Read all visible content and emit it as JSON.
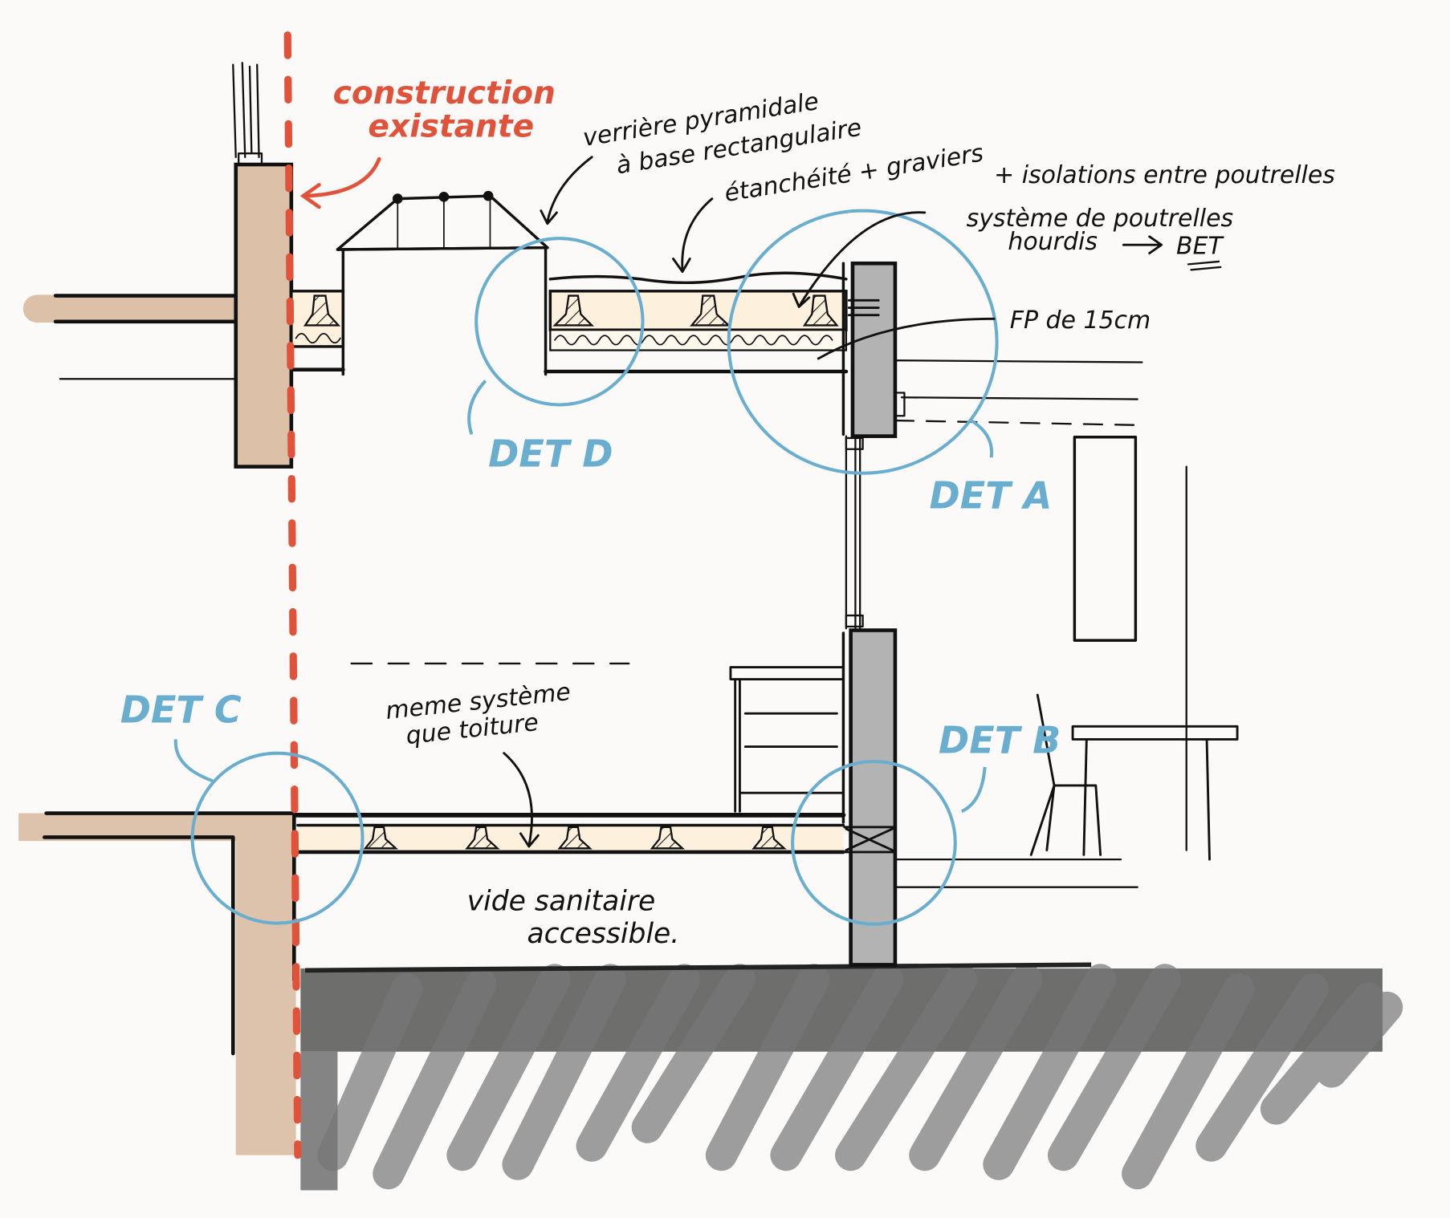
{
  "title": "Coupe de principe - extension",
  "colors": {
    "existing": "#e0523a",
    "detail": "#6aaecf",
    "masonry": "#dcc0a8",
    "concrete": "#b3b3b3",
    "insulation": "#fdf0dc",
    "ground": "#555555"
  },
  "existing_label": {
    "line1": "construction",
    "line2": "existante"
  },
  "notes": {
    "skylight": {
      "line1": "verrière pyramidale",
      "line2": "à base rectangulaire"
    },
    "waterproofing": "étanchéité + graviers",
    "insulation": "+ isolations entre poutrelles",
    "beams": {
      "line1": "système de poutrelles",
      "line2": "hourdis",
      "line3": "BET"
    },
    "facade": "FP de 15cm",
    "ground_floor": {
      "line1": "meme système",
      "line2": "que toiture"
    },
    "crawlspace": {
      "line1": "vide sanitaire",
      "line2": "accessible."
    }
  },
  "details": [
    {
      "id": "D",
      "label": "DET D"
    },
    {
      "id": "A",
      "label": "DET A"
    },
    {
      "id": "C",
      "label": "DET C"
    },
    {
      "id": "B",
      "label": "DET B"
    }
  ]
}
